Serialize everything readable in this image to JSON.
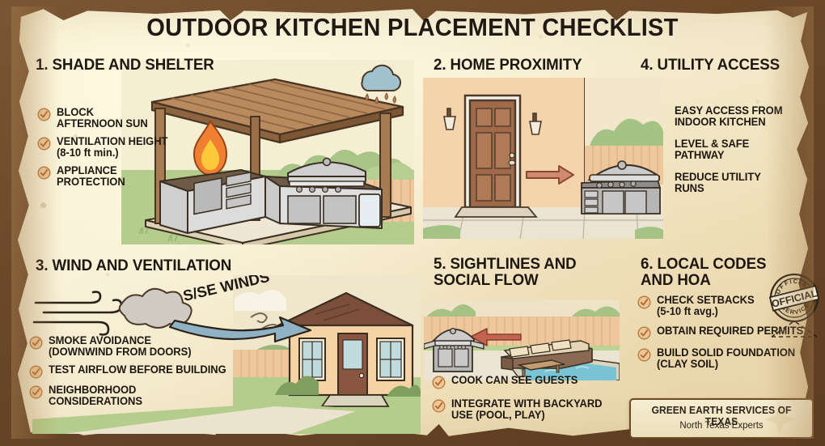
{
  "title": "OUTDOOR KITCHEN PLACEMENT CHECKLIST",
  "theme": {
    "parchment": "#f3e8c9",
    "border": "#6b4a2d",
    "ink": "#1d1710",
    "check_fill": "#e8c89a",
    "check_stroke": "#c07a32",
    "grass": "#b5cd8c",
    "wall": "#f5d3a8",
    "fence": "#e9c49a",
    "wind_arrow": "#8fb3c4",
    "red_arrow": "#c2644f"
  },
  "sections": [
    {
      "number": "1.",
      "title": "1. SHADE AND SHELTER",
      "items": [
        "BLOCK\nAFTERNOON SUN",
        "VENTILATION HEIGHT\n(8-10 ft min.)",
        "APPLIANCE\nPROTECTION"
      ],
      "has_checks": true,
      "illustration": "pergola-outdoor-kitchen-with-rain-cloud-and-flame"
    },
    {
      "number": "2.",
      "title": "2. HOME PROXIMITY",
      "items": [],
      "has_checks": false,
      "illustration": "back-door-with-arrow-to-grill"
    },
    {
      "number": "4.",
      "title": "4. UTILITY ACCESS",
      "items": [
        "EASY ACCESS FROM\nINDOOR KITCHEN",
        "LEVEL & SAFE\nPATHWAY",
        "REDUCE UTILITY\nRUNS"
      ],
      "has_checks": false,
      "illustration": "none"
    },
    {
      "number": "3.",
      "title": "3. WIND AND VENTILATION",
      "items": [
        "SMOKE AVOIDANCE\n(DOWNWIND FROM DOORS)",
        "TEST AIRFLOW BEFORE BUILDING",
        "NEIGHBORHOOD\nCONSIDERATIONS"
      ],
      "has_checks": true,
      "illustration": "wind-streams-cloud-arrow-and-house",
      "annotation": "S/SE WINDS"
    },
    {
      "number": "5.",
      "title": "5. SIGHTLINES AND\nSOCIAL FLOW",
      "items": [
        "COOK CAN SEE GUESTS",
        "INTEGRATE WITH BACKYARD\nUSE (POOL, PLAY)"
      ],
      "has_checks": true,
      "illustration": "grill-facing-sofa-and-pool"
    },
    {
      "number": "6.",
      "title": "6. LOCAL CODES\nAND HOA",
      "items": [
        "CHECK SETBACKS\n(5-10 ft avg.)",
        "OBTAIN REQUIRED PERMITS",
        "BUILD SOLID FOUNDATION\n(CLAY SOIL)"
      ],
      "has_checks": true,
      "illustration": "official-stamp",
      "stamp": {
        "center": "OFFICIAL",
        "top_arc": "OFFICIAL",
        "bottom_arc": "SERVICE"
      }
    }
  ],
  "footer": {
    "company": "GREEN EARTH SERVICES OF TEXAS",
    "tagline": "North Texas Experts"
  }
}
